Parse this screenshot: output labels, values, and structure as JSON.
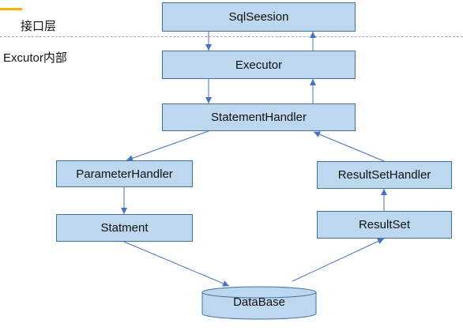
{
  "layers": {
    "interface": "接口层",
    "executor": "Excutor内部"
  },
  "nodes": {
    "sqlsession": "SqlSeesion",
    "executor": "Executor",
    "statement_handler": "StatementHandler",
    "parameter_handler": "ParameterHandler",
    "result_set_handler": "ResultSetHandler",
    "statment": "Statment",
    "result_set": "ResultSet",
    "database": "DataBase"
  },
  "colors": {
    "box_fill": "#bdd7ee",
    "box_border": "#41719c",
    "arrow": "#4472c4",
    "accent": "#f4b400"
  }
}
